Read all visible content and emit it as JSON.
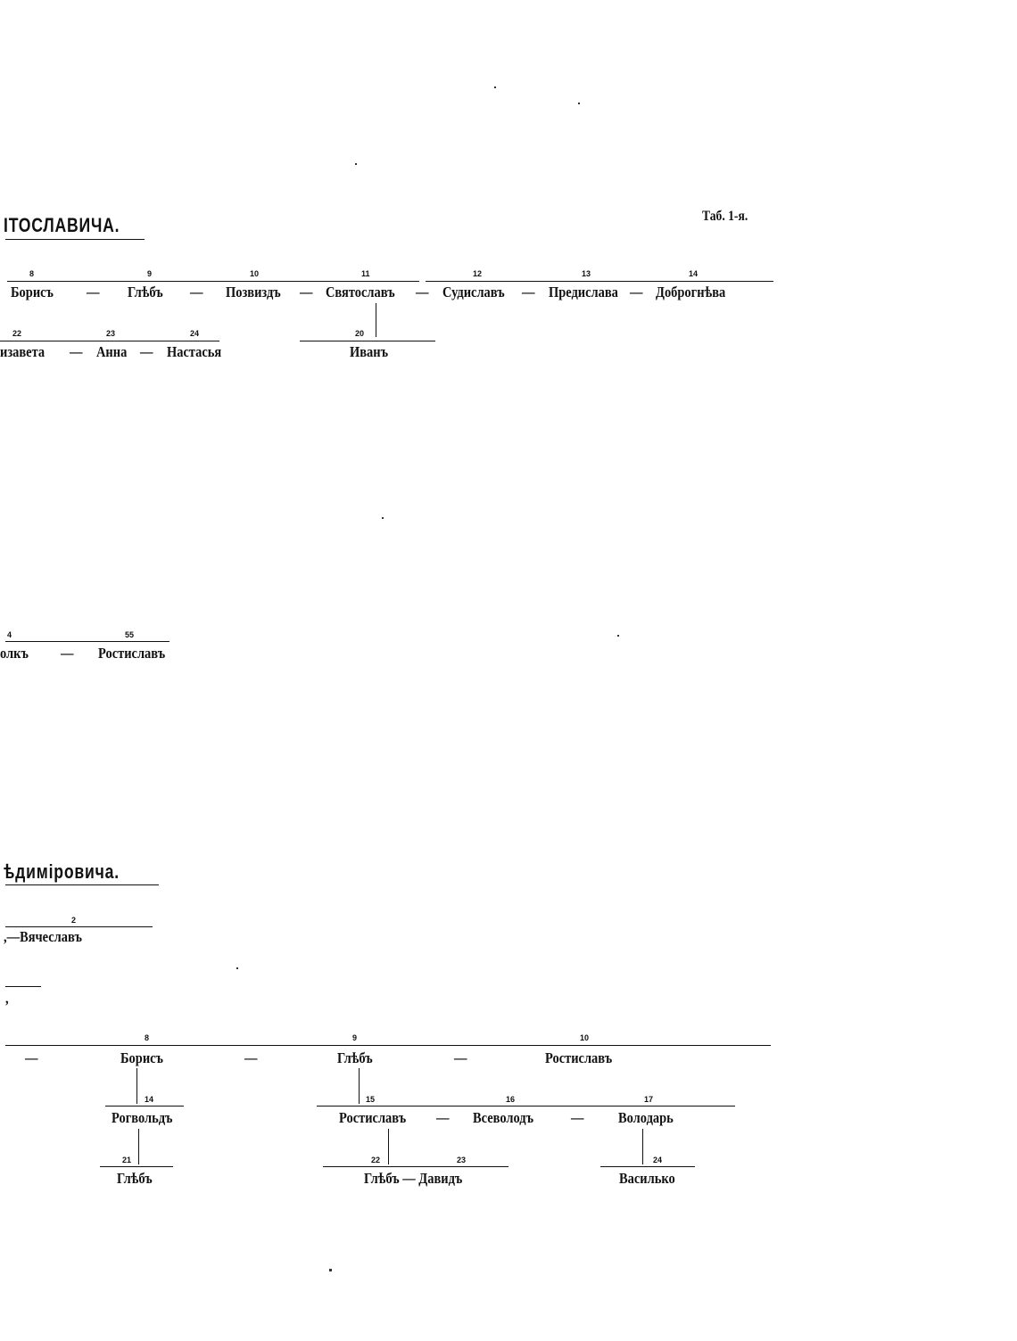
{
  "section1": {
    "heading": "ІТОСЛАВИЧА.",
    "table_label": "Таб. 1-я.",
    "row1": {
      "numbers": [
        "8",
        "9",
        "10",
        "11",
        "12",
        "13",
        "14"
      ],
      "names": [
        "Борисъ",
        "—",
        "Глѣбъ",
        "—",
        "Позвиздъ",
        "—",
        "Святославъ",
        "—",
        "Судиславъ",
        "—",
        "Предислава",
        "—",
        "Доброгнѣва"
      ]
    },
    "row2": {
      "numbers": [
        "22",
        "23",
        "24",
        "20"
      ],
      "names": [
        "изавета",
        "—",
        "Анна",
        "—",
        "Настасья",
        "Иванъ"
      ]
    },
    "row3": {
      "numbers": [
        "4",
        "55"
      ],
      "names": [
        "олкъ",
        "—",
        "Ростиславъ"
      ]
    }
  },
  "section2": {
    "heading": "ѣдимiровича.",
    "row1": {
      "numbers": [
        "2"
      ],
      "names": [
        ",—Вячеславъ"
      ]
    },
    "row2": {
      "names": [
        ","
      ]
    },
    "row3": {
      "numbers": [
        "8",
        "9",
        "10"
      ],
      "names": [
        "—",
        "Борисъ",
        "—",
        "Глѣбъ",
        "—",
        "Ростиславъ"
      ]
    },
    "row4": {
      "numbers": [
        "14",
        "15",
        "16",
        "17"
      ],
      "names": [
        "Рогвольдъ",
        "Ростиславъ",
        "—",
        "Всеволодъ",
        "—",
        "Володарь"
      ]
    },
    "row5": {
      "numbers": [
        "21",
        "22",
        "23",
        "24"
      ],
      "names": [
        "Глѣбъ",
        "Глѣбъ — Давидъ",
        "Василько"
      ]
    }
  }
}
